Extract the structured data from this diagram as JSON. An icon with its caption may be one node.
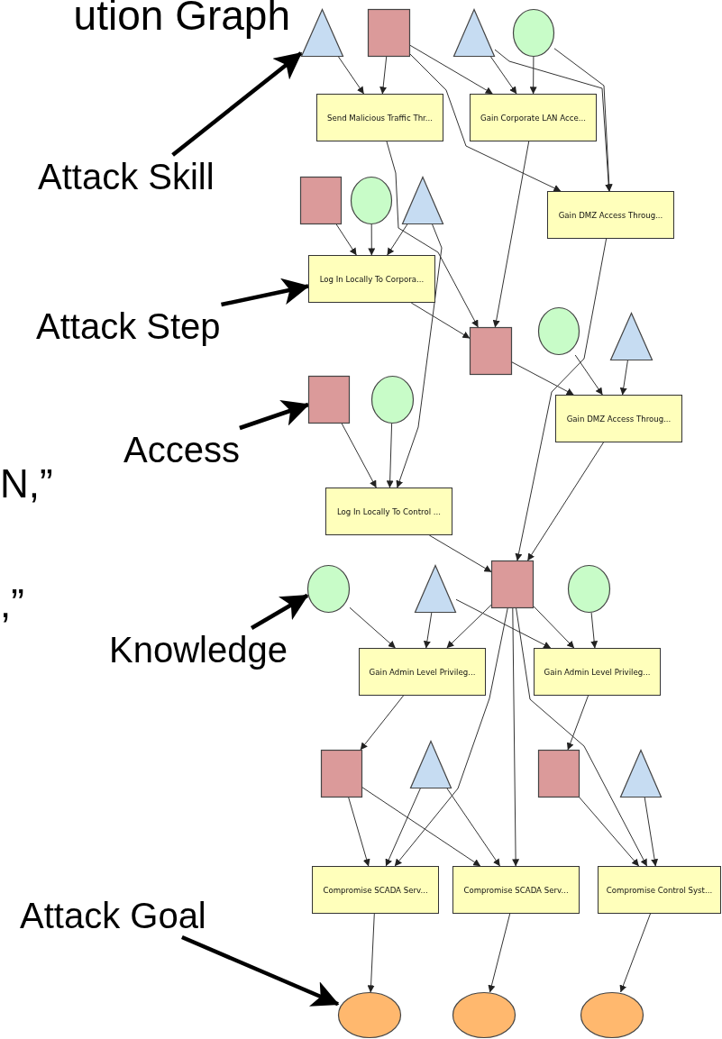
{
  "diagram": {
    "nodes": [
      {
        "text": [],
        "shape": "triangle"
      },
      {
        "text": [],
        "shape": "square"
      },
      {
        "text": [],
        "shape": "triangle"
      },
      {
        "text": [],
        "shape": "circle"
      },
      {
        "text": [
          "Send Malicious Traffic Thr..."
        ]
      },
      {
        "text": [
          "Gain Corporate LAN Acce..."
        ]
      },
      {
        "text": [
          "Gain DMZ Access Throug..."
        ]
      },
      {
        "text": [],
        "shape": "square"
      },
      {
        "text": [],
        "shape": "circle"
      },
      {
        "text": [],
        "shape": "triangle"
      },
      {
        "text": [
          "Log In Locally To Corpora..."
        ]
      },
      {
        "text": [],
        "shape": "square"
      },
      {
        "text": [],
        "shape": "circle"
      },
      {
        "text": [],
        "shape": "triangle"
      },
      {
        "text": [
          "Gain DMZ Access Throug..."
        ]
      },
      {
        "text": [],
        "shape": "square"
      },
      {
        "text": [],
        "shape": "circle"
      },
      {
        "text": [
          "Log In Locally To Control ..."
        ]
      },
      {
        "text": [],
        "shape": "square"
      },
      {
        "text": [],
        "shape": "circle"
      },
      {
        "text": [],
        "shape": "triangle"
      },
      {
        "text": [],
        "shape": "circle"
      },
      {
        "text": [
          "Gain Admin Level Privileg..."
        ]
      },
      {
        "text": [
          "Gain Admin Level Privileg..."
        ]
      },
      {
        "text": [],
        "shape": "square"
      },
      {
        "text": [],
        "shape": "triangle"
      },
      {
        "text": [],
        "shape": "square"
      },
      {
        "text": [],
        "shape": "triangle"
      },
      {
        "text": [
          "Compromise SCADA Serv..."
        ]
      },
      {
        "text": [
          "Compromise SCADA Serv..."
        ]
      },
      {
        "text": [
          "Compromise Control Syst..."
        ]
      },
      {
        "text": [],
        "shape": "ellipse"
      },
      {
        "text": [],
        "shape": "ellipse"
      },
      {
        "text": [],
        "shape": "ellipse"
      },
      {
        "text": [
          "Attack Skill"
        ]
      },
      {
        "text": [
          "Attack Step"
        ]
      },
      {
        "text": [
          "Access"
        ]
      },
      {
        "text": [
          "Knowledge"
        ]
      },
      {
        "text": [
          "Attack Goal"
        ]
      }
    ],
    "edges": [
      {
        "from": 0,
        "to": 4,
        "arrow": "to"
      },
      {
        "from": 1,
        "to": 4,
        "arrow": "to"
      },
      {
        "from": 1,
        "to": 5,
        "arrow": "to"
      },
      {
        "from": 1,
        "to": 6,
        "arrow": "to"
      },
      {
        "from": 2,
        "to": 5,
        "arrow": "to"
      },
      {
        "from": 3,
        "to": 5,
        "arrow": "to"
      },
      {
        "from": 2,
        "to": 6,
        "arrow": "to"
      },
      {
        "from": 3,
        "to": 6,
        "arrow": "to"
      },
      {
        "from": 7,
        "to": 10,
        "arrow": "to"
      },
      {
        "from": 8,
        "to": 10,
        "arrow": "to"
      },
      {
        "from": 9,
        "to": 10,
        "arrow": "to"
      },
      {
        "from": 4,
        "to": 11,
        "arrow": "to"
      },
      {
        "from": 5,
        "to": 11,
        "arrow": "to"
      },
      {
        "from": 10,
        "to": 11,
        "arrow": "to"
      },
      {
        "from": 9,
        "to": 17,
        "arrow": "to"
      },
      {
        "from": 11,
        "to": 14,
        "arrow": "to"
      },
      {
        "from": 12,
        "to": 14,
        "arrow": "to"
      },
      {
        "from": 13,
        "to": 14,
        "arrow": "to"
      },
      {
        "from": 15,
        "to": 17,
        "arrow": "to"
      },
      {
        "from": 16,
        "to": 17,
        "arrow": "to"
      },
      {
        "from": 6,
        "to": 18,
        "arrow": "to"
      },
      {
        "from": 14,
        "to": 18,
        "arrow": "to"
      },
      {
        "from": 17,
        "to": 18,
        "arrow": "to"
      },
      {
        "from": 19,
        "to": 22,
        "arrow": "to"
      },
      {
        "from": 20,
        "to": 22,
        "arrow": "to"
      },
      {
        "from": 18,
        "to": 22,
        "arrow": "to"
      },
      {
        "from": 20,
        "to": 23,
        "arrow": "to"
      },
      {
        "from": 18,
        "to": 23,
        "arrow": "to"
      },
      {
        "from": 21,
        "to": 23,
        "arrow": "to"
      },
      {
        "from": 22,
        "to": 24,
        "arrow": "to"
      },
      {
        "from": 23,
        "to": 26,
        "arrow": "to"
      },
      {
        "from": 24,
        "to": 28,
        "arrow": "to"
      },
      {
        "from": 25,
        "to": 28,
        "arrow": "to"
      },
      {
        "from": 18,
        "to": 28,
        "arrow": "to"
      },
      {
        "from": 24,
        "to": 29,
        "arrow": "to"
      },
      {
        "from": 25,
        "to": 29,
        "arrow": "to"
      },
      {
        "from": 18,
        "to": 29,
        "arrow": "to"
      },
      {
        "from": 26,
        "to": 30,
        "arrow": "to"
      },
      {
        "from": 18,
        "to": 30,
        "arrow": "to"
      },
      {
        "from": 27,
        "to": 30,
        "arrow": "to"
      },
      {
        "from": 28,
        "to": 31,
        "arrow": "to"
      },
      {
        "from": 29,
        "to": 32,
        "arrow": "to"
      },
      {
        "from": 30,
        "to": 33,
        "arrow": "to"
      },
      {
        "from": 34,
        "to": 0,
        "arrow": "to",
        "style": "thick"
      },
      {
        "from": 35,
        "to": 10,
        "arrow": "to",
        "style": "thick"
      },
      {
        "from": 36,
        "to": 15,
        "arrow": "to",
        "style": "thick"
      },
      {
        "from": 37,
        "to": 19,
        "arrow": "to",
        "style": "thick"
      },
      {
        "from": 38,
        "to": 31,
        "arrow": "to",
        "style": "thick"
      }
    ],
    "labels": [
      "ution Graph",
      "N,”",
      ",”"
    ]
  }
}
